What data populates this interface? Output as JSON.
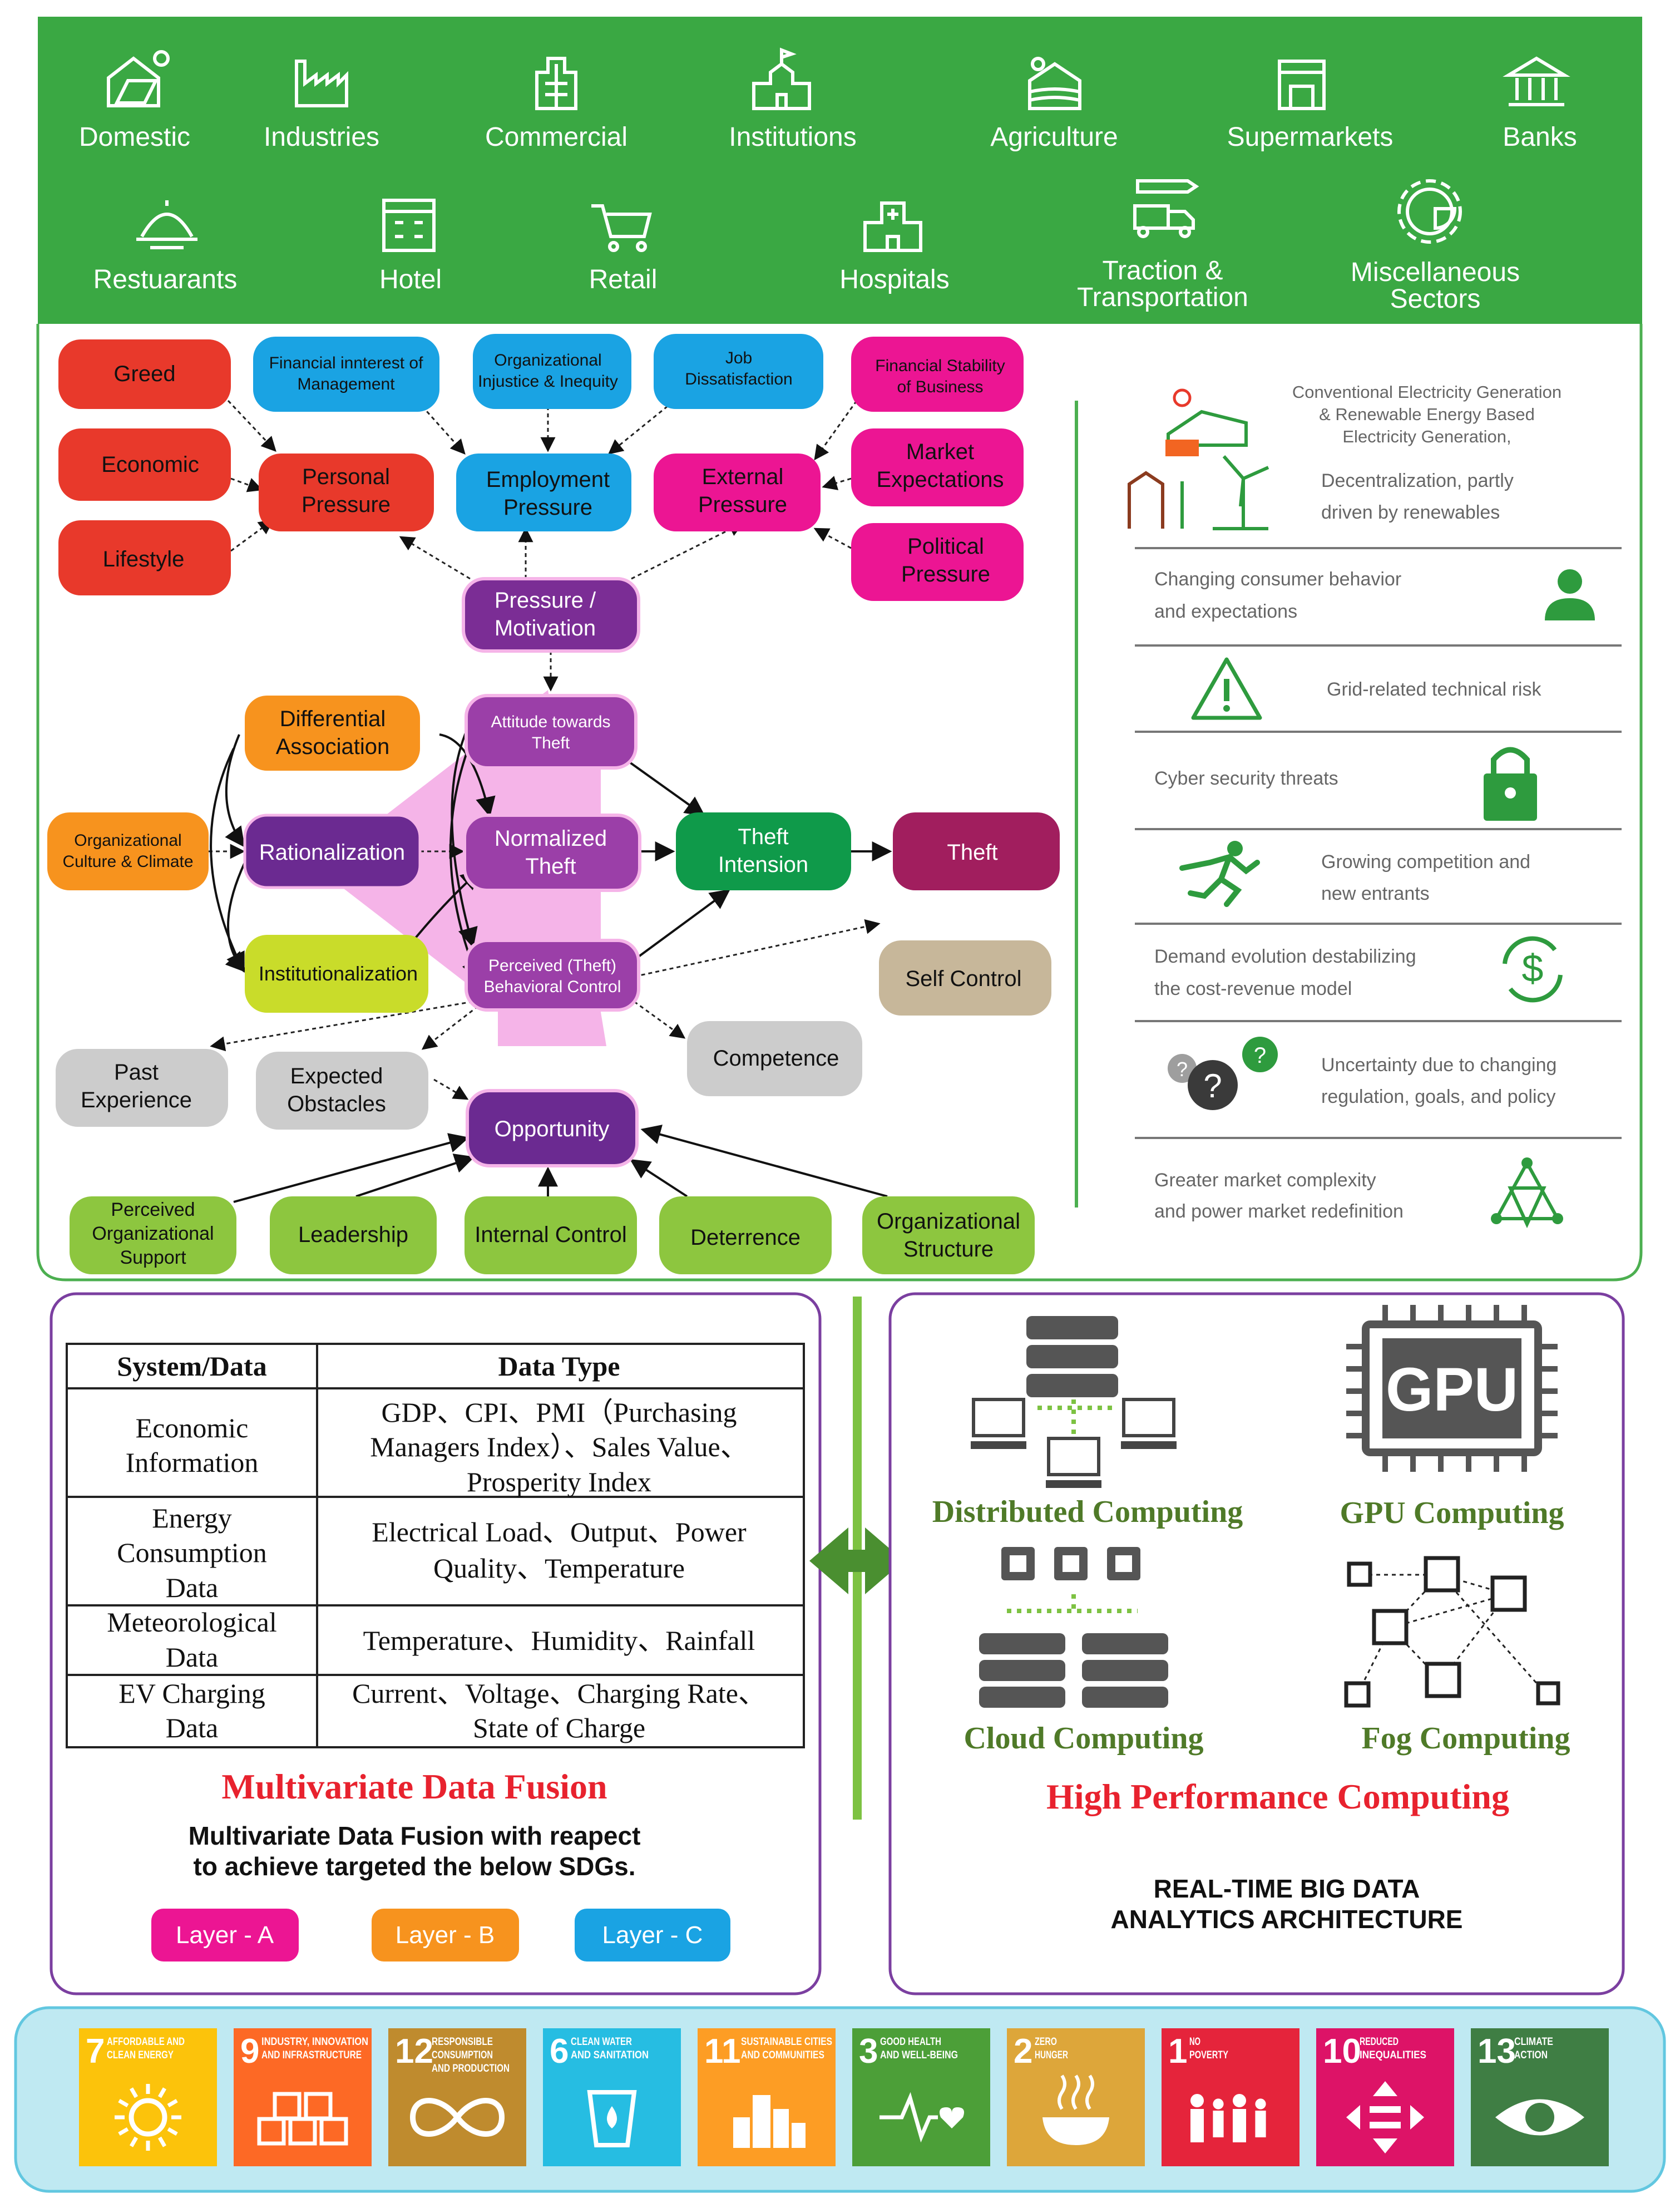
{
  "sectors": {
    "row1": [
      {
        "label": "Domestic",
        "icon": "house-solar-icon"
      },
      {
        "label": "Industries",
        "icon": "factory-icon"
      },
      {
        "label": "Commercial",
        "icon": "office-building-icon"
      },
      {
        "label": "Institutions",
        "icon": "institution-building-icon"
      },
      {
        "label": "Agriculture",
        "icon": "farm-icon"
      },
      {
        "label": "Supermarkets",
        "icon": "supermarket-icon"
      },
      {
        "label": "Banks",
        "icon": "bank-icon"
      }
    ],
    "row2": [
      {
        "label": "Restuarants",
        "icon": "cloche-icon"
      },
      {
        "label": "Hotel",
        "icon": "hotel-icon"
      },
      {
        "label": "Retail",
        "icon": "shopping-cart-icon"
      },
      {
        "label": "Hospitals",
        "icon": "hospital-icon"
      },
      {
        "label": "Traction &",
        "label2": "Transportation",
        "icon": "transport-icon"
      },
      {
        "label": "Miscellaneous",
        "label2": "Sectors",
        "icon": "gear-pie-icon"
      }
    ]
  },
  "theft_model": {
    "greed": "Greed",
    "economic": "Economic",
    "lifestyle": "Lifestyle",
    "fin_interest": [
      "Financial innterest of",
      "Management"
    ],
    "org_injustice": [
      "Organizational",
      "Injustice & Inequity"
    ],
    "job_dissat": [
      "Job",
      "Dissatisfaction"
    ],
    "fin_stability": [
      "Financial Stability",
      "of Business"
    ],
    "personal_pressure": [
      "Personal",
      "Pressure"
    ],
    "employment_pressure": [
      "Employment",
      "Pressure"
    ],
    "external_pressure": [
      "External",
      "Pressure"
    ],
    "market_expectations": [
      "Market",
      "Expectations"
    ],
    "political_pressure": [
      "Political",
      "Pressure"
    ],
    "pressure_motivation": [
      "Pressure /",
      "Motivation"
    ],
    "differential_association": [
      "Differential",
      "Association"
    ],
    "attitude_theft": [
      "Attitude towards",
      "Theft"
    ],
    "org_culture": [
      "Organizational",
      "Culture & Climate"
    ],
    "rationalization": "Rationalization",
    "normalized_theft": [
      "Normalized",
      "Theft"
    ],
    "theft_intension": [
      "Theft",
      "Intension"
    ],
    "theft": "Theft",
    "institutionalization": "Institutionalization",
    "perceived_control": [
      "Perceived (Theft)",
      "Behavioral Control"
    ],
    "self_control": "Self Control",
    "past_experience": [
      "Past",
      "Experience"
    ],
    "expected_obstacles": [
      "Expected",
      "Obstacles"
    ],
    "competence": "Competence",
    "opportunity": "Opportunity",
    "perceived_support": [
      "Perceived",
      "Organizational",
      "Support"
    ],
    "leadership": "Leadership",
    "internal_control": "Internal Control",
    "deterrence": "Deterrence",
    "org_structure": [
      "Organizational",
      "Structure"
    ]
  },
  "risks": [
    {
      "text": [
        "Conventional Electricity Generation",
        "& Renewable Energy Based",
        "Electricity Generation,"
      ],
      "icon": "power-generation-icon"
    },
    {
      "text": [
        "Decentralization, partly",
        "driven by renewables"
      ],
      "icon": "wind-turbine-icon"
    },
    {
      "text": [
        "Changing consumer behavior",
        "and expectations"
      ],
      "icon": "person-icon"
    },
    {
      "text": [
        "Grid-related technical risk"
      ],
      "icon": "warning-icon"
    },
    {
      "text": [
        "Cyber security threats"
      ],
      "icon": "padlock-icon"
    },
    {
      "text": [
        "Growing competition and",
        "new entrants"
      ],
      "icon": "running-person-icon"
    },
    {
      "text": [
        "Demand evolution destabilizing",
        "the cost-revenue model"
      ],
      "icon": "dollar-cycle-icon"
    },
    {
      "text": [
        "Uncertainty due to changing",
        "regulation, goals, and policy"
      ],
      "icon": "question-bubbles-icon"
    },
    {
      "text": [
        "Greater market complexity",
        "and power market redefinition"
      ],
      "icon": "network-triangle-icon"
    }
  ],
  "data_fusion": {
    "headers": [
      "System/Data",
      "Data Type"
    ],
    "rows": [
      {
        "system": [
          "Economic",
          "Information"
        ],
        "type": [
          "GDP、CPI、PMI（Purchasing",
          "Managers Index）、Sales Value、",
          "Prosperity Index"
        ]
      },
      {
        "system": [
          "Energy",
          "Consumption",
          "Data"
        ],
        "type": [
          "Electrical Load、Output、Power",
          "Quality、Temperature"
        ]
      },
      {
        "system": [
          "Meteorological",
          "Data"
        ],
        "type": [
          "Temperature、Humidity、Rainfall"
        ]
      },
      {
        "system": [
          "EV Charging",
          "Data"
        ],
        "type": [
          "Current、Voltage、Charging Rate、",
          "State of Charge"
        ]
      }
    ],
    "title": "Multivariate Data Fusion",
    "subtitle": [
      "Multivariate Data Fusion with reapect",
      "to achieve targeted the below SDGs."
    ],
    "layers": [
      "Layer - A",
      "Layer - B",
      "Layer - C"
    ]
  },
  "hpc": {
    "distributed": "Distributed Computing",
    "gpu": "GPU Computing",
    "gpu_chip": "GPU",
    "cloud": "Cloud Computing",
    "fog": "Fog Computing",
    "title": "High Performance Computing",
    "subtitle": [
      "REAL-TIME BIG DATA",
      "ANALYTICS ARCHITECTURE"
    ]
  },
  "sdgs": [
    {
      "num": "7",
      "lines": [
        "AFFORDABLE AND",
        "CLEAN ENERGY"
      ],
      "color": "#FCC30B",
      "icon": "sun-icon"
    },
    {
      "num": "9",
      "lines": [
        "INDUSTRY, INNOVATION",
        "AND INFRASTRUCTURE"
      ],
      "color": "#FD6925",
      "icon": "cubes-icon"
    },
    {
      "num": "12",
      "lines": [
        "RESPONSIBLE",
        "CONSUMPTION",
        "AND PRODUCTION"
      ],
      "color": "#BF8B2E",
      "icon": "infinity-icon"
    },
    {
      "num": "6",
      "lines": [
        "CLEAN WATER",
        "AND SANITATION"
      ],
      "color": "#26BDE2",
      "icon": "water-glass-icon"
    },
    {
      "num": "11",
      "lines": [
        "SUSTAINABLE CITIES",
        "AND COMMUNITIES"
      ],
      "color": "#FD9D24",
      "icon": "city-icon"
    },
    {
      "num": "3",
      "lines": [
        "GOOD HEALTH",
        "AND WELL-BEING"
      ],
      "color": "#4C9F38",
      "icon": "heartbeat-icon"
    },
    {
      "num": "2",
      "lines": [
        "ZERO",
        "HUNGER"
      ],
      "color": "#DDA63A",
      "icon": "bowl-icon"
    },
    {
      "num": "1",
      "lines": [
        "NO",
        "POVERTY"
      ],
      "color": "#E5243B",
      "icon": "family-icon"
    },
    {
      "num": "10",
      "lines": [
        "REDUCED",
        "INEQUALITIES"
      ],
      "color": "#DD1367",
      "icon": "equality-icon"
    },
    {
      "num": "13",
      "lines": [
        "CLIMATE",
        "ACTION"
      ],
      "color": "#3F7E44",
      "icon": "eye-globe-icon"
    }
  ]
}
